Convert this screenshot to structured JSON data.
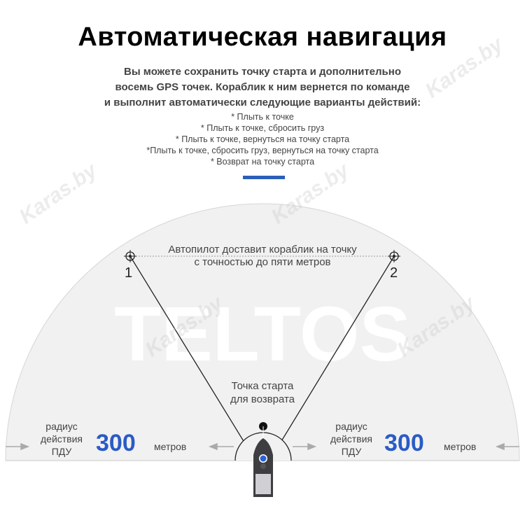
{
  "title": "Автоматическая навигация",
  "intro": [
    "Вы можете сохранить точку старта и дополнительно",
    "восемь GPS точек. Кораблик к ним вернется по команде",
    "и выполнит автоматически следующие варианты действий:"
  ],
  "options": [
    "* Плыть к точке",
    "* Плыть к точке, сбросить груз",
    "* Плыть к точке, вернуться на точку старта",
    "*Плыть к точке, сбросить груз, вернуться на точку старта",
    "* Возврат на точку старта"
  ],
  "diagram": {
    "accuracy_line1": "Автопилот доставит кораблик на точку",
    "accuracy_line2": "с точностью до пяти метров",
    "point1": "1",
    "point2": "2",
    "start_line1": "Точка старта",
    "start_line2": "для возврата",
    "radius_left": {
      "l1": "радиус",
      "l2": "действия",
      "l3": "ПДУ",
      "value": "300",
      "unit": "метров"
    },
    "radius_right": {
      "l1": "радиус",
      "l2": "действия",
      "l3": "ПДУ",
      "value": "300",
      "unit": "метров"
    },
    "brand_watermark": "TELTOS",
    "site_watermark": "Karas.by"
  },
  "colors": {
    "accent": "#2b5fb8",
    "value": "#2a5bc6",
    "area": "#f1f1f1"
  }
}
